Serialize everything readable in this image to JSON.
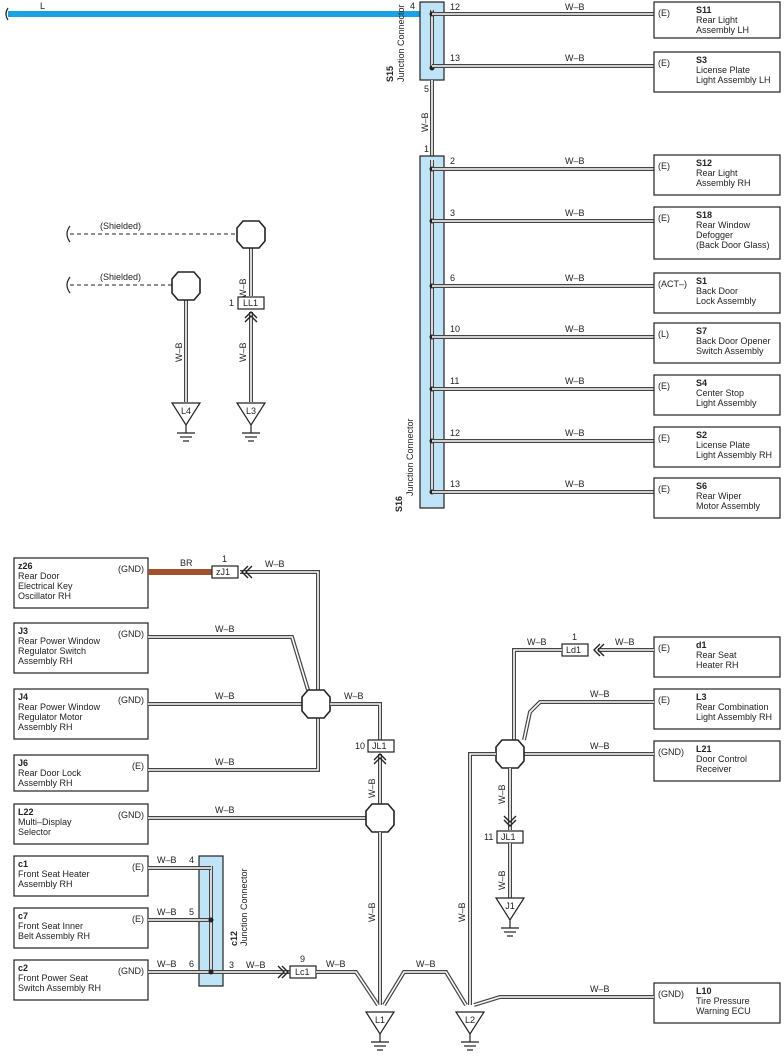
{
  "wire_colors": {
    "blue": "#1aa3e0",
    "brown": "#a0522d",
    "ground_wire": "W–B",
    "brown_wire": "BR",
    "blue_wire": "L",
    "shielded": "(Shielded)"
  },
  "s15": {
    "code": "S15",
    "name": "Junction Connector",
    "pins": [
      "4",
      "12",
      "13",
      "5"
    ]
  },
  "s16": {
    "code": "S16",
    "name": "Junction Connector",
    "pins": [
      "1",
      "2",
      "3",
      "6",
      "10",
      "11",
      "12",
      "13"
    ]
  },
  "c12": {
    "code": "c12",
    "name": "Junction Connector",
    "pins": [
      "4",
      "5",
      "6",
      "3"
    ]
  },
  "right_components": [
    {
      "code": "S11",
      "lines": [
        "Rear Light",
        "Assembly LH"
      ],
      "terminal": "(E)"
    },
    {
      "code": "S3",
      "lines": [
        "License Plate",
        "Light Assembly LH"
      ],
      "terminal": "(E)"
    },
    {
      "code": "S12",
      "lines": [
        "Rear Light",
        "Assembly RH"
      ],
      "terminal": "(E)"
    },
    {
      "code": "S18",
      "lines": [
        "Rear Window",
        "Defogger",
        "(Back Door Glass)"
      ],
      "terminal": "(E)"
    },
    {
      "code": "S1",
      "lines": [
        "Back Door",
        "Lock Assembly"
      ],
      "terminal": "(ACT–)"
    },
    {
      "code": "S7",
      "lines": [
        "Back Door Opener",
        "Switch Assembly"
      ],
      "terminal": "(L)"
    },
    {
      "code": "S4",
      "lines": [
        "Center Stop",
        "Light Assembly"
      ],
      "terminal": "(E)"
    },
    {
      "code": "S2",
      "lines": [
        "License Plate",
        "Light Assembly RH"
      ],
      "terminal": "(E)"
    },
    {
      "code": "S6",
      "lines": [
        "Rear Wiper",
        "Motor Assembly"
      ],
      "terminal": "(E)"
    },
    {
      "code": "d1",
      "lines": [
        "Rear Seat",
        "Heater RH"
      ],
      "terminal": "(E)"
    },
    {
      "code": "L3",
      "lines": [
        "Rear Combination",
        "Light Assembly RH"
      ],
      "terminal": "(E)"
    },
    {
      "code": "L21",
      "lines": [
        "Door Control",
        "Receiver"
      ],
      "terminal": "(GND)"
    },
    {
      "code": "L10",
      "lines": [
        "Tire Pressure",
        "Warning ECU"
      ],
      "terminal": "(GND)"
    }
  ],
  "left_components": [
    {
      "code": "z26",
      "lines": [
        "Rear Door",
        "Electrical Key",
        "Oscillator RH"
      ],
      "terminal": "(GND)"
    },
    {
      "code": "J3",
      "lines": [
        "Rear Power Window",
        "Regulator Switch",
        "Assembly RH"
      ],
      "terminal": "(GND)"
    },
    {
      "code": "J4",
      "lines": [
        "Rear Power Window",
        "Regulator Motor",
        "Assembly RH"
      ],
      "terminal": "(GND)"
    },
    {
      "code": "J6",
      "lines": [
        "Rear Door Lock",
        "Assembly RH"
      ],
      "terminal": "(E)"
    },
    {
      "code": "L22",
      "lines": [
        "Multi–Display",
        "Selector"
      ],
      "terminal": "(GND)"
    },
    {
      "code": "c1",
      "lines": [
        "Front Seat Heater",
        "Assembly RH"
      ],
      "terminal": "(E)"
    },
    {
      "code": "c7",
      "lines": [
        "Front Seat Inner",
        "Belt Assembly RH"
      ],
      "terminal": "(E)"
    },
    {
      "code": "c2",
      "lines": [
        "Front Power Seat",
        "Switch Assembly RH"
      ],
      "terminal": "(GND)"
    }
  ],
  "connectors": {
    "LL1": {
      "label": "LL1",
      "pin": "1"
    },
    "zJ1": {
      "label": "zJ1",
      "pin": "1"
    },
    "JL1a": {
      "label": "JL1",
      "pin": "10"
    },
    "JL1b": {
      "label": "JL1",
      "pin": "11"
    },
    "Ld1": {
      "label": "Ld1",
      "pin": "1"
    },
    "Lc1": {
      "label": "Lc1",
      "pin": "9"
    }
  },
  "grounds": [
    "L4",
    "L3",
    "J1",
    "L1",
    "L2"
  ]
}
